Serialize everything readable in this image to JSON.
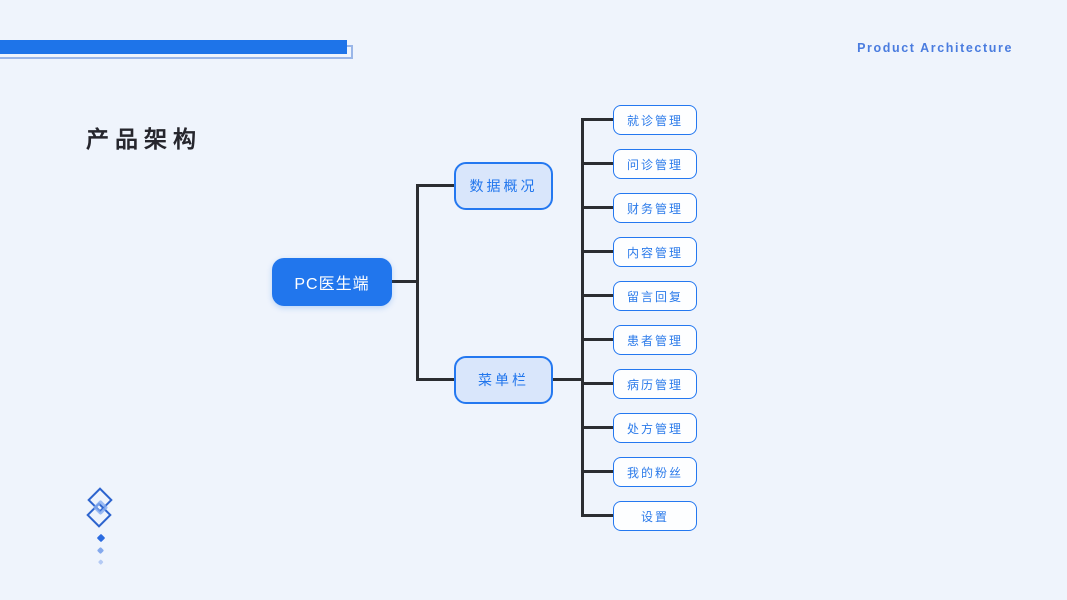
{
  "slide": {
    "eyebrow": "Product Architecture",
    "title": "产品架构"
  },
  "colors": {
    "background": "#EFF4FC",
    "accent_blue": "#2176ED",
    "bar_fill": "#1E74E9",
    "bar_outline": "#9AB6E8",
    "branch_fill": "#D9E6FB",
    "leaf_fill": "#FDFEFF",
    "connector": "#2B2D31",
    "eyebrow_text": "#4A7CDF",
    "title_text": "#26262D",
    "ornament_blue": "#2D64CE"
  },
  "diagram": {
    "root": {
      "label": "PC医生端"
    },
    "branches": [
      {
        "label": "数据概况",
        "children": []
      },
      {
        "label": "菜单栏",
        "children": [
          "就诊管理",
          "问诊管理",
          "财务管理",
          "内容管理",
          "留言回复",
          "患者管理",
          "病历管理",
          "处方管理",
          "我的粉丝",
          "设置"
        ]
      }
    ]
  }
}
